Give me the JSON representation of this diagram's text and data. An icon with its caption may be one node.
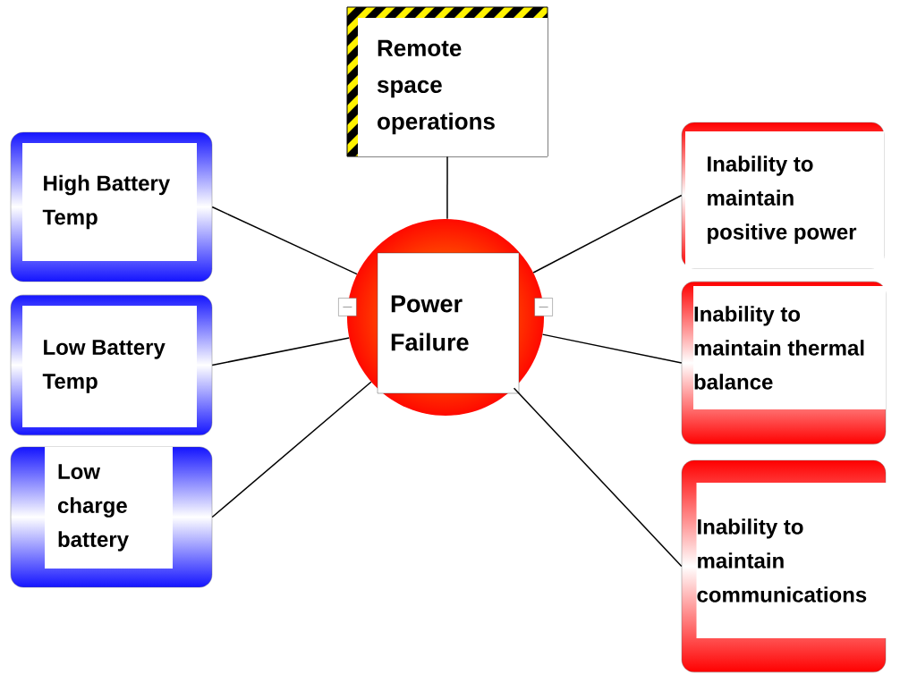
{
  "diagram": {
    "nodes": [
      {
        "text": [
          "Power Failure"
        ]
      },
      {
        "text": [
          "Remote space operations"
        ]
      },
      {
        "text": [
          "High Battery Temp"
        ]
      },
      {
        "text": [
          "Low Battery Temp"
        ]
      },
      {
        "text": [
          "Low charge battery"
        ]
      },
      {
        "text": [
          "Inability to maintain positive power"
        ]
      },
      {
        "text": [
          "Inability to maintain thermal balance"
        ]
      },
      {
        "text": [
          "Inability to maintain communications"
        ]
      }
    ],
    "edges": [
      {
        "from": 1,
        "to": 0,
        "arrow": "none"
      },
      {
        "from": 0,
        "to": 2,
        "arrow": "none"
      },
      {
        "from": 0,
        "to": 3,
        "arrow": "none"
      },
      {
        "from": 0,
        "to": 4,
        "arrow": "none"
      },
      {
        "from": 0,
        "to": 5,
        "arrow": "none"
      },
      {
        "from": 0,
        "to": 6,
        "arrow": "none"
      },
      {
        "from": 0,
        "to": 7,
        "arrow": "none"
      }
    ]
  }
}
